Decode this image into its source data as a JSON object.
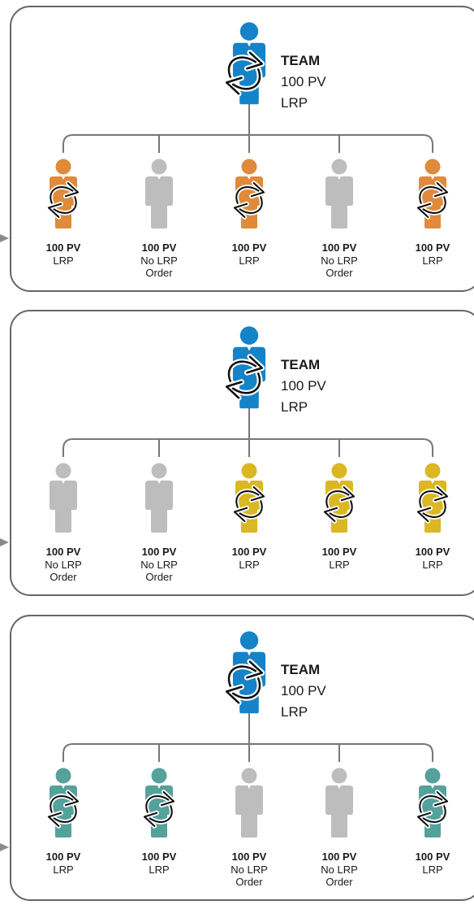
{
  "colors": {
    "team_blue": "#1583c7",
    "orange": "#e08a3c",
    "yellow": "#dbb723",
    "teal": "#55a19b",
    "gray": "#bdbdbd",
    "panel_border": "#666666",
    "connector": "#777777",
    "arrow": "#8a8a8a"
  },
  "icons": {
    "person": "person-icon",
    "lrp_cycle": "cycle-arrows-icon",
    "pointer": "triangle-right-icon"
  },
  "panels": [
    {
      "team": {
        "title": "TEAM",
        "pv": "100 PV",
        "status": "LRP"
      },
      "member_color": "orange",
      "members": [
        {
          "pv": "100 PV",
          "status": [
            "LRP"
          ],
          "lrp": true
        },
        {
          "pv": "100 PV",
          "status": [
            "No LRP",
            "Order"
          ],
          "lrp": false
        },
        {
          "pv": "100 PV",
          "status": [
            "LRP"
          ],
          "lrp": true
        },
        {
          "pv": "100 PV",
          "status": [
            "No LRP",
            "Order"
          ],
          "lrp": false
        },
        {
          "pv": "100 PV",
          "status": [
            "LRP"
          ],
          "lrp": true
        }
      ]
    },
    {
      "team": {
        "title": "TEAM",
        "pv": "100 PV",
        "status": "LRP"
      },
      "member_color": "yellow",
      "members": [
        {
          "pv": "100 PV",
          "status": [
            "No LRP",
            "Order"
          ],
          "lrp": false
        },
        {
          "pv": "100 PV",
          "status": [
            "No LRP",
            "Order"
          ],
          "lrp": false
        },
        {
          "pv": "100 PV",
          "status": [
            "LRP"
          ],
          "lrp": true
        },
        {
          "pv": "100 PV",
          "status": [
            "LRP"
          ],
          "lrp": true
        },
        {
          "pv": "100 PV",
          "status": [
            "LRP"
          ],
          "lrp": true
        }
      ]
    },
    {
      "team": {
        "title": "TEAM",
        "pv": "100 PV",
        "status": "LRP"
      },
      "member_color": "teal",
      "members": [
        {
          "pv": "100 PV",
          "status": [
            "LRP"
          ],
          "lrp": true
        },
        {
          "pv": "100 PV",
          "status": [
            "LRP"
          ],
          "lrp": true
        },
        {
          "pv": "100 PV",
          "status": [
            "No LRP",
            "Order"
          ],
          "lrp": false
        },
        {
          "pv": "100 PV",
          "status": [
            "No LRP",
            "Order"
          ],
          "lrp": false
        },
        {
          "pv": "100 PV",
          "status": [
            "LRP"
          ],
          "lrp": true
        }
      ]
    }
  ]
}
